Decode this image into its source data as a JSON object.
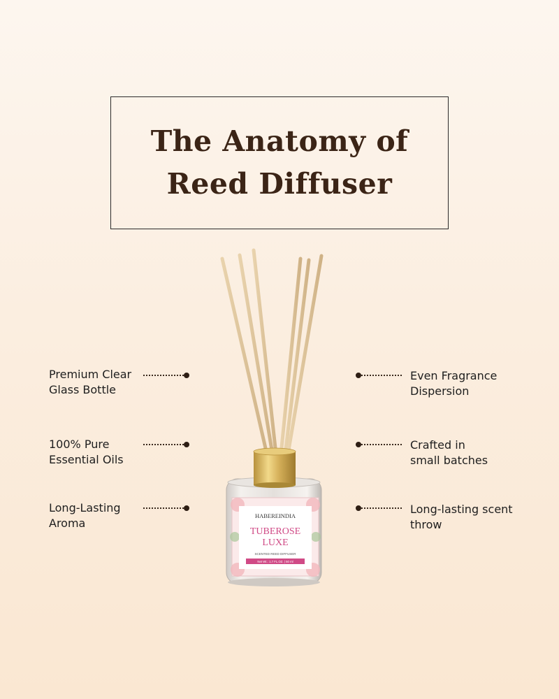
{
  "title": {
    "line1": "The Anatomy of",
    "line2": "Reed Diffuser"
  },
  "features_left": [
    {
      "line1": "Premium Clear",
      "line2": "Glass Bottle"
    },
    {
      "line1": "100% Pure",
      "line2": "Essential Oils"
    },
    {
      "line1": "Long-Lasting",
      "line2": "Aroma"
    }
  ],
  "features_right": [
    {
      "line1": "Even Fragrance",
      "line2": "Dispersion"
    },
    {
      "line1": "Crafted in",
      "line2": "small batches"
    },
    {
      "line1": "Long-lasting scent",
      "line2": "throw"
    }
  ],
  "product": {
    "brand": "HABEREINDIA",
    "name_line1": "TUBEROSE",
    "name_line2": "LUXE",
    "type": "SCENTED REED DIFFUSER",
    "net_wt": "Net Wt.: 1.7 FL.OZ. | 50 ml"
  },
  "colors": {
    "title": "#3b2416",
    "accent_pink": "#d04a86",
    "gold_cap": "#d8b35a"
  }
}
